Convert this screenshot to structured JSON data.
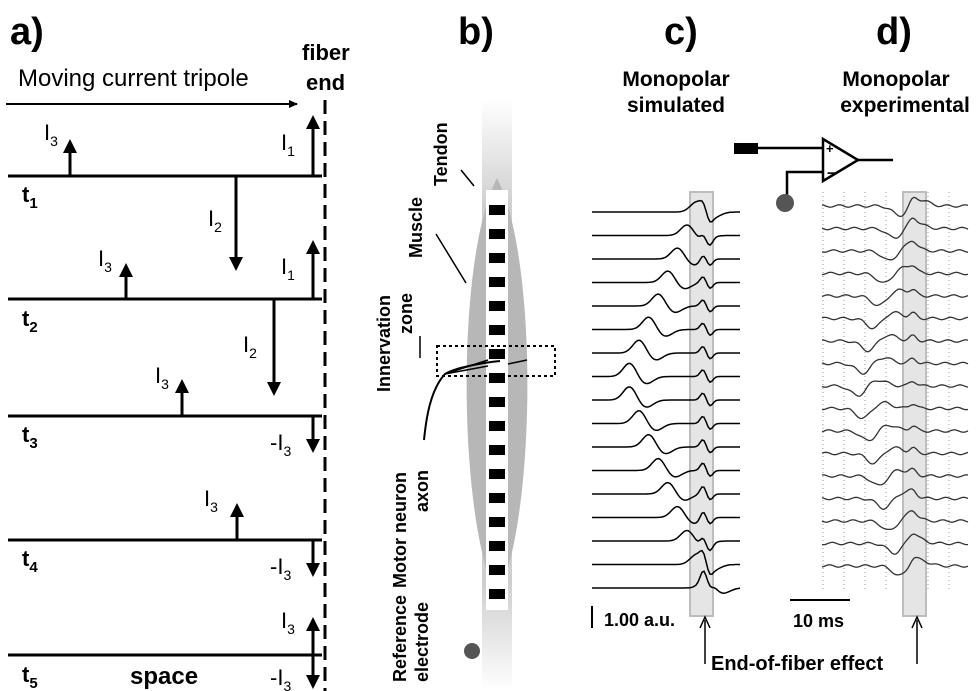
{
  "panels": {
    "a": {
      "label": "a)",
      "title": "Moving current tripole",
      "fiber_end": [
        "fiber",
        "end"
      ],
      "times": [
        "t",
        "t",
        "t",
        "t",
        "t"
      ],
      "time_subs": [
        "1",
        "2",
        "3",
        "4",
        "5"
      ],
      "space_label": "space",
      "currents": {
        "I": "I",
        "neg_I": "-I",
        "sub1": "1",
        "sub2": "2",
        "sub3": "3"
      }
    },
    "b": {
      "label": "b)",
      "tendon": "Tendon",
      "muscle": "Muscle",
      "innervation": [
        "Innervation",
        "zone"
      ],
      "motor_neuron": [
        "Motor neuron",
        "axon"
      ],
      "reference": [
        "Reference",
        "electrode"
      ]
    },
    "c": {
      "label": "c)",
      "title": [
        "Monopolar",
        "simulated"
      ],
      "scale": "1.00 a.u."
    },
    "d": {
      "label": "d)",
      "title": [
        "Monopolar",
        "experimental"
      ],
      "scale": "10 ms"
    },
    "end_of_fiber": "End-of-fiber effect"
  },
  "colors": {
    "ink": "#000000",
    "muscle_gray": "#b7b7b7",
    "tendon_gray": "#d9d9d9",
    "highlight_fill": "#e5e5e5",
    "highlight_stroke": "#bdbdbd",
    "grid": "#9a9a9a"
  }
}
